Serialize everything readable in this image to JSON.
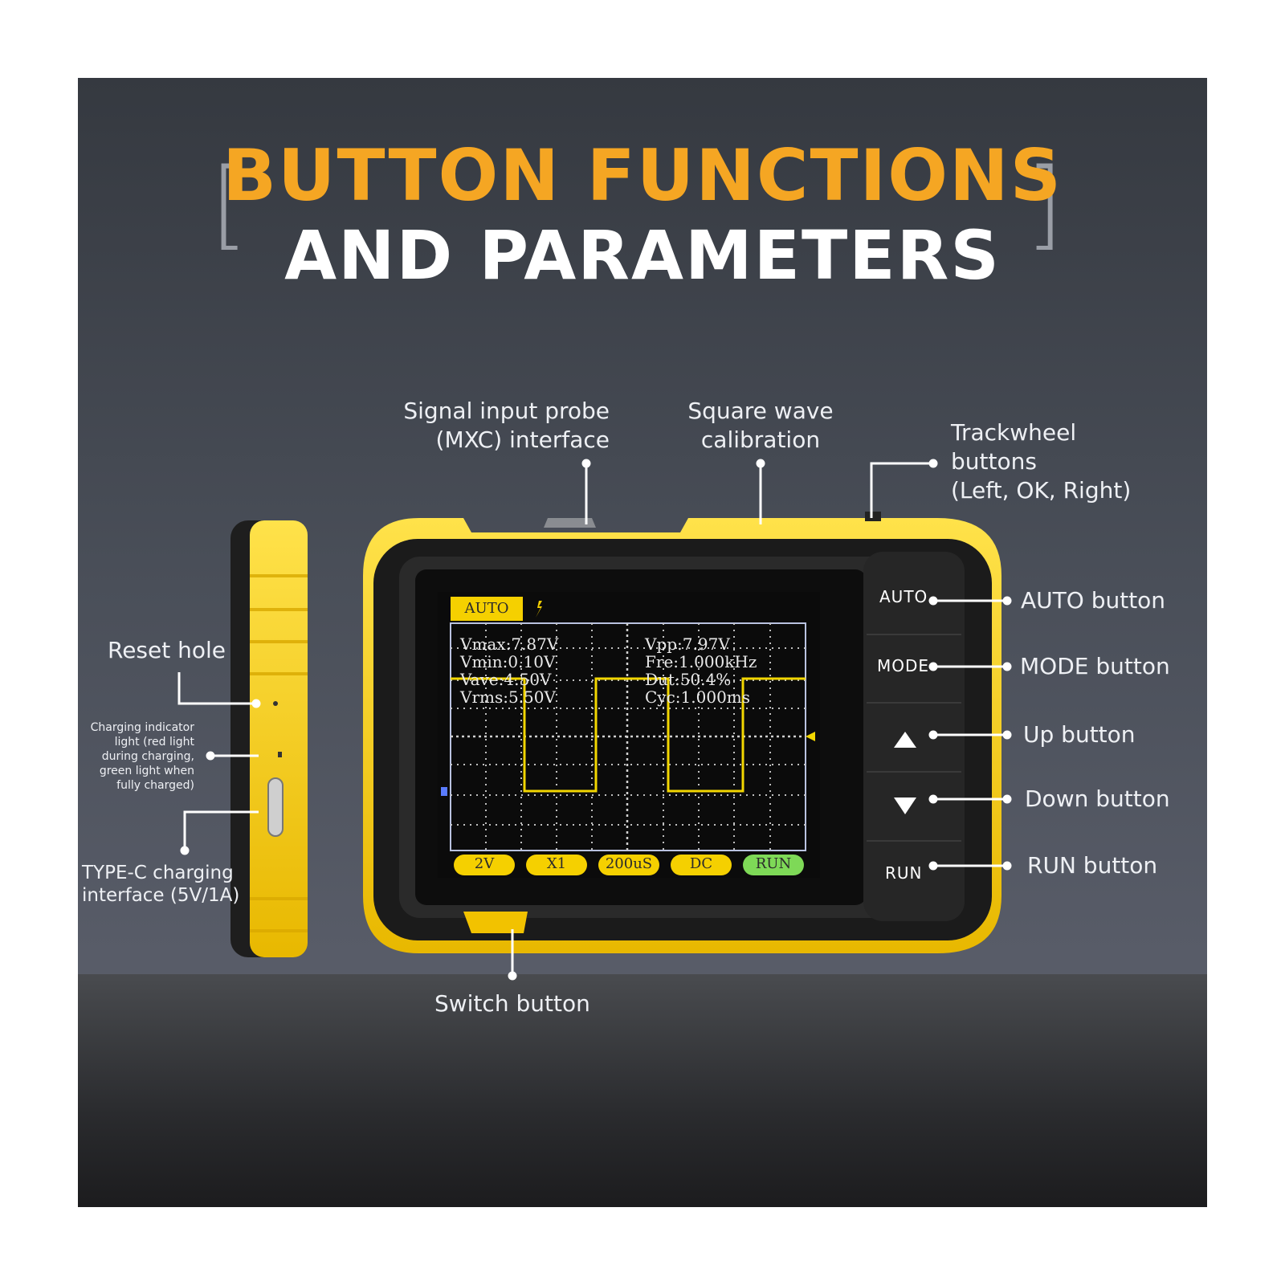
{
  "heading": {
    "line1": "BUTTON FUNCTIONS",
    "line2": "AND PARAMETERS",
    "left_bracket": "[",
    "right_bracket": "]"
  },
  "callouts": {
    "signal_input": "Signal input probe\n(MXC) interface",
    "square_wave": "Square wave\ncalibration",
    "trackwheel": "Trackwheel\nbuttons\n(Left, OK, Right)",
    "reset_hole": "Reset hole",
    "charging_indicator": "Charging indicator\nlight (red light\nduring charging,\ngreen light when\nfully charged)",
    "type_c": "TYPE-C charging\ninterface (5V/1A)",
    "auto_button": "AUTO button",
    "mode_button": "MODE button",
    "up_button": "Up button",
    "down_button": "Down button",
    "run_button": "RUN button",
    "switch_button": "Switch button"
  },
  "device_keys": {
    "auto": "AUTO",
    "mode": "MODE",
    "up_icon": "triangle-up-icon",
    "down_icon": "triangle-down-icon",
    "run": "RUN"
  },
  "screen": {
    "mode_tab": "AUTO",
    "trigger_icon": "trigger-edge-icon",
    "readouts_left": [
      "Vmax:7.87V",
      "Vmin:0.10V",
      "Vave:4.50V",
      "Vrms:5.50V"
    ],
    "readouts_right": [
      "Vpp:7.97V",
      "Fre:1.000kHz",
      "Dut:50.4%",
      "Cyc:1.000ms"
    ],
    "bottom_chips": [
      "2V",
      "X1",
      "200uS",
      "DC",
      "RUN"
    ],
    "colors": {
      "trace": "#f2d600",
      "chip": "#f5d000",
      "run_chip": "#7ed957",
      "grid": "#c8c8c8",
      "screen_bg": "#0b0b0b"
    }
  },
  "colors": {
    "accent": "#f5a623",
    "device_yellow": "#f6d000",
    "device_black": "#1c1c1c"
  }
}
